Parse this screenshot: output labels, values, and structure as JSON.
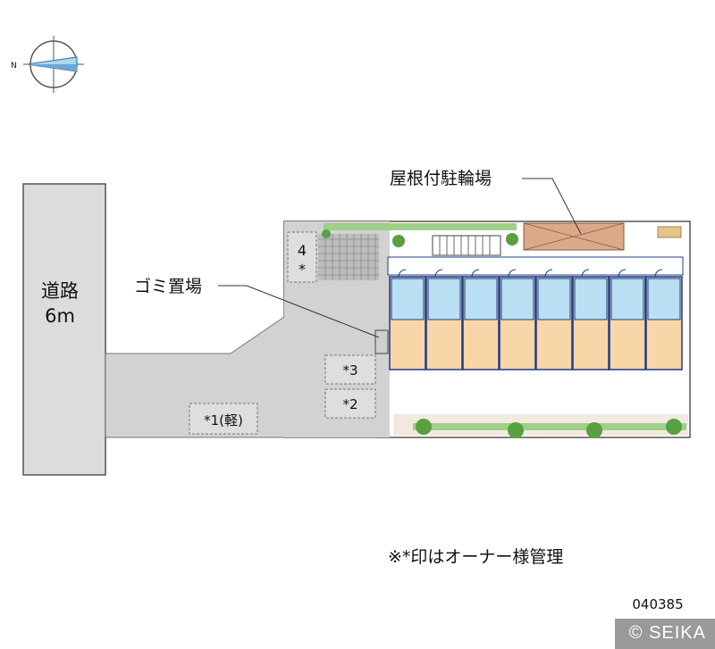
{
  "compass": {
    "north_label": "N",
    "icon": "compass-icon"
  },
  "road": {
    "name": "道路",
    "width": "6m"
  },
  "labels": {
    "bicycle_parking": "屋根付駐輪場",
    "garbage_area": "ゴミ置場",
    "note": "※*印はオーナー様管理",
    "property_code": "040385"
  },
  "parking_spaces": [
    {
      "id": "*1",
      "label": "*1(軽)"
    },
    {
      "id": "*2",
      "label": "*2"
    },
    {
      "id": "*3",
      "label": "*3"
    },
    {
      "id": "4",
      "label": "4",
      "mark": "*"
    }
  ],
  "watermark": "© SEIKA",
  "colors": {
    "road": "#dcdcdc",
    "lot": "#d2d2d2",
    "unit_floor": "#f8d6a8",
    "unit_outline": "#1a3a8a",
    "wet_area": "#b8e0f2",
    "greenery": "#58a040",
    "bicycle_roof": "#dba889"
  }
}
